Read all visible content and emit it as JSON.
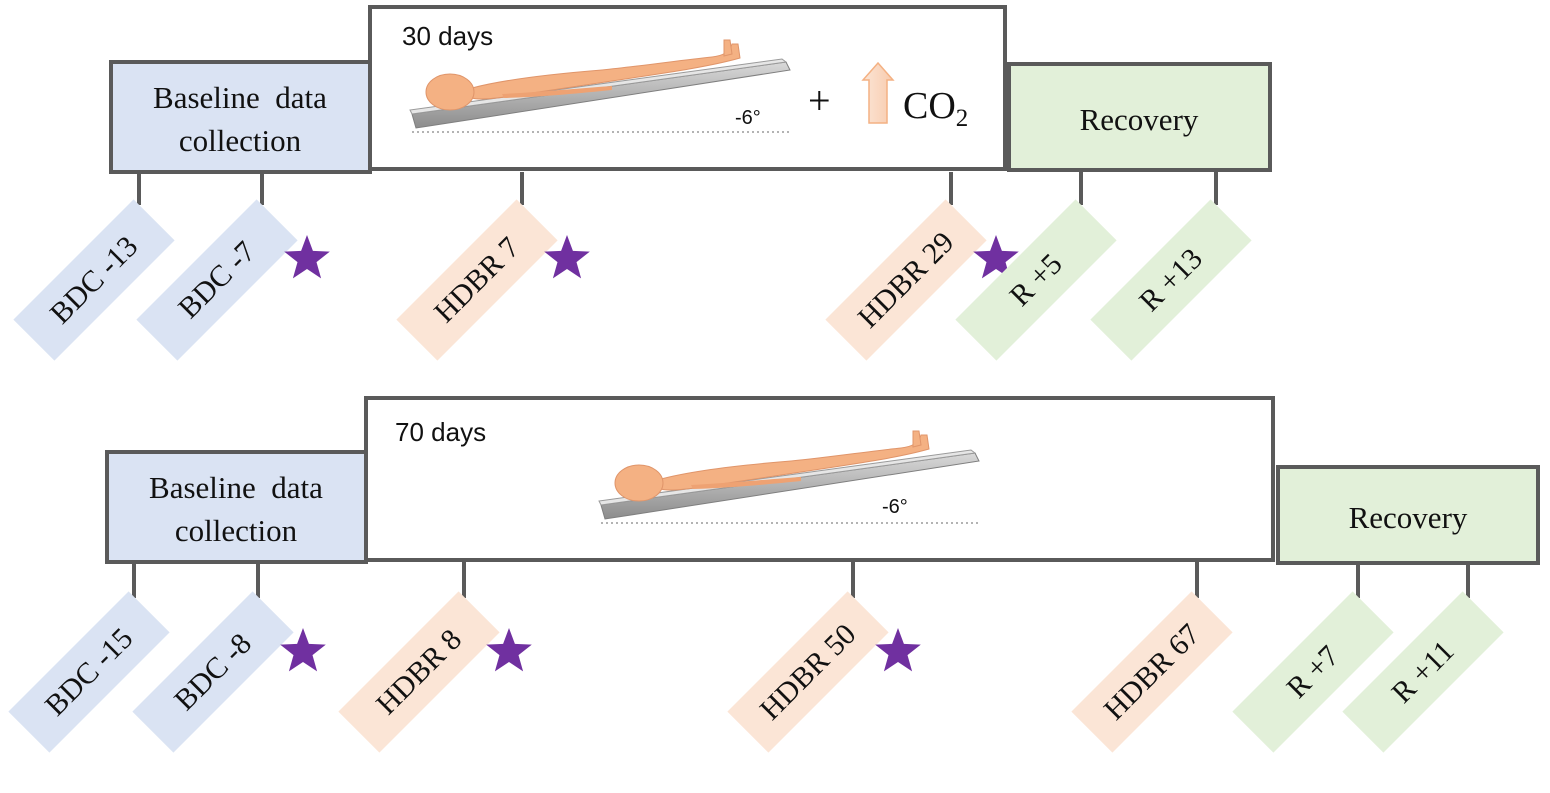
{
  "colors": {
    "baseline": "#dae3f3",
    "bedrest": "#fbe5d6",
    "recovery": "#e2f0d9",
    "border": "#5a5a5a",
    "star": "#7030a0",
    "body": "#f4b183"
  },
  "timelines": [
    {
      "baseline_label": [
        "Baseline  data",
        "collection"
      ],
      "duration_label": "30 days",
      "angle_label": "-6°",
      "plus": "+",
      "co2_base": "CO",
      "co2_sub": "2",
      "recovery_label": "Recovery",
      "timepoints": [
        {
          "label": "BDC -13",
          "phase": "baseline",
          "starred": false
        },
        {
          "label": "BDC -7",
          "phase": "baseline",
          "starred": true
        },
        {
          "label": "HDBR 7",
          "phase": "bedrest",
          "starred": true
        },
        {
          "label": "HDBR 29",
          "phase": "bedrest",
          "starred": true
        },
        {
          "label": "R +5",
          "phase": "recovery",
          "starred": false
        },
        {
          "label": "R +13",
          "phase": "recovery",
          "starred": false
        }
      ]
    },
    {
      "baseline_label": [
        "Baseline  data",
        "collection"
      ],
      "duration_label": "70 days",
      "angle_label": "-6°",
      "recovery_label": "Recovery",
      "timepoints": [
        {
          "label": "BDC -15",
          "phase": "baseline",
          "starred": false
        },
        {
          "label": "BDC -8",
          "phase": "baseline",
          "starred": true
        },
        {
          "label": "HDBR 8",
          "phase": "bedrest",
          "starred": true
        },
        {
          "label": "HDBR 50",
          "phase": "bedrest",
          "starred": true
        },
        {
          "label": "HDBR 67",
          "phase": "bedrest",
          "starred": false
        },
        {
          "label": "R +7",
          "phase": "recovery",
          "starred": false
        },
        {
          "label": "R +11",
          "phase": "recovery",
          "starred": false
        }
      ]
    }
  ]
}
